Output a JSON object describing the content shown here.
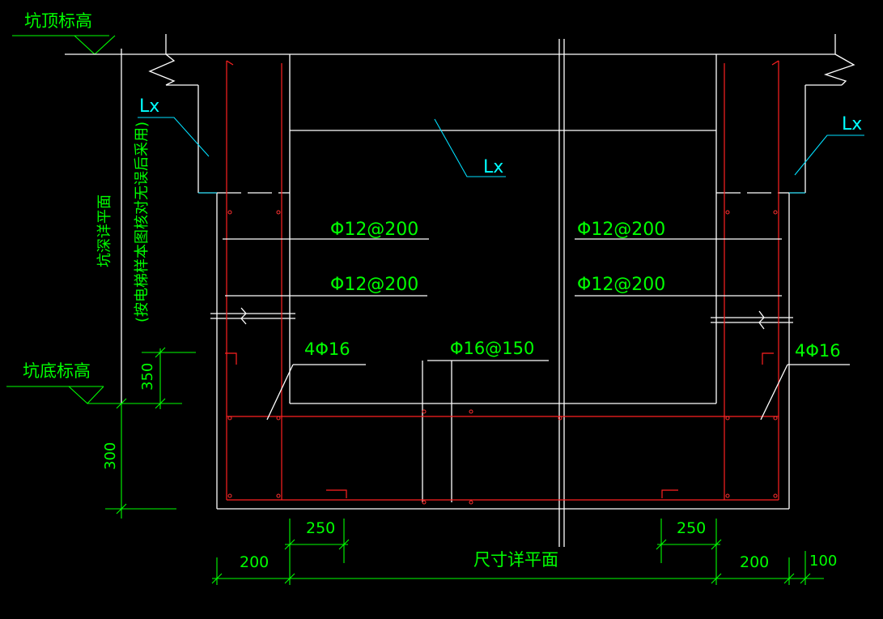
{
  "elevation_labels": {
    "pit_top": "坑顶标高",
    "pit_bottom": "坑底标高"
  },
  "side_note": {
    "line1": "坑深详平面",
    "line2": "(按电梯样本图核对无误后采用)"
  },
  "callouts": {
    "lx_left": "Lx",
    "lx_center": "Lx",
    "lx_right": "Lx",
    "rebar_left_upper": "Φ12@200",
    "rebar_left_lower": "Φ12@200",
    "rebar_right_upper": "Φ12@200",
    "rebar_right_lower": "Φ12@200",
    "bar_left": "4Φ16",
    "bar_right": "4Φ16",
    "bottom_mesh": "Φ16@150"
  },
  "dimensions": {
    "vertical_350": "350",
    "vertical_300": "300",
    "left_wall_200": "200",
    "left_250": "250",
    "center_text": "尺寸详平面",
    "right_250": "250",
    "right_wall_200": "200",
    "right_100": "100"
  },
  "colors": {
    "background": "#000000",
    "wall": "#ffffff",
    "rebar": "#ff2020",
    "text": "#00ff00",
    "leader": "#00e0ff"
  }
}
